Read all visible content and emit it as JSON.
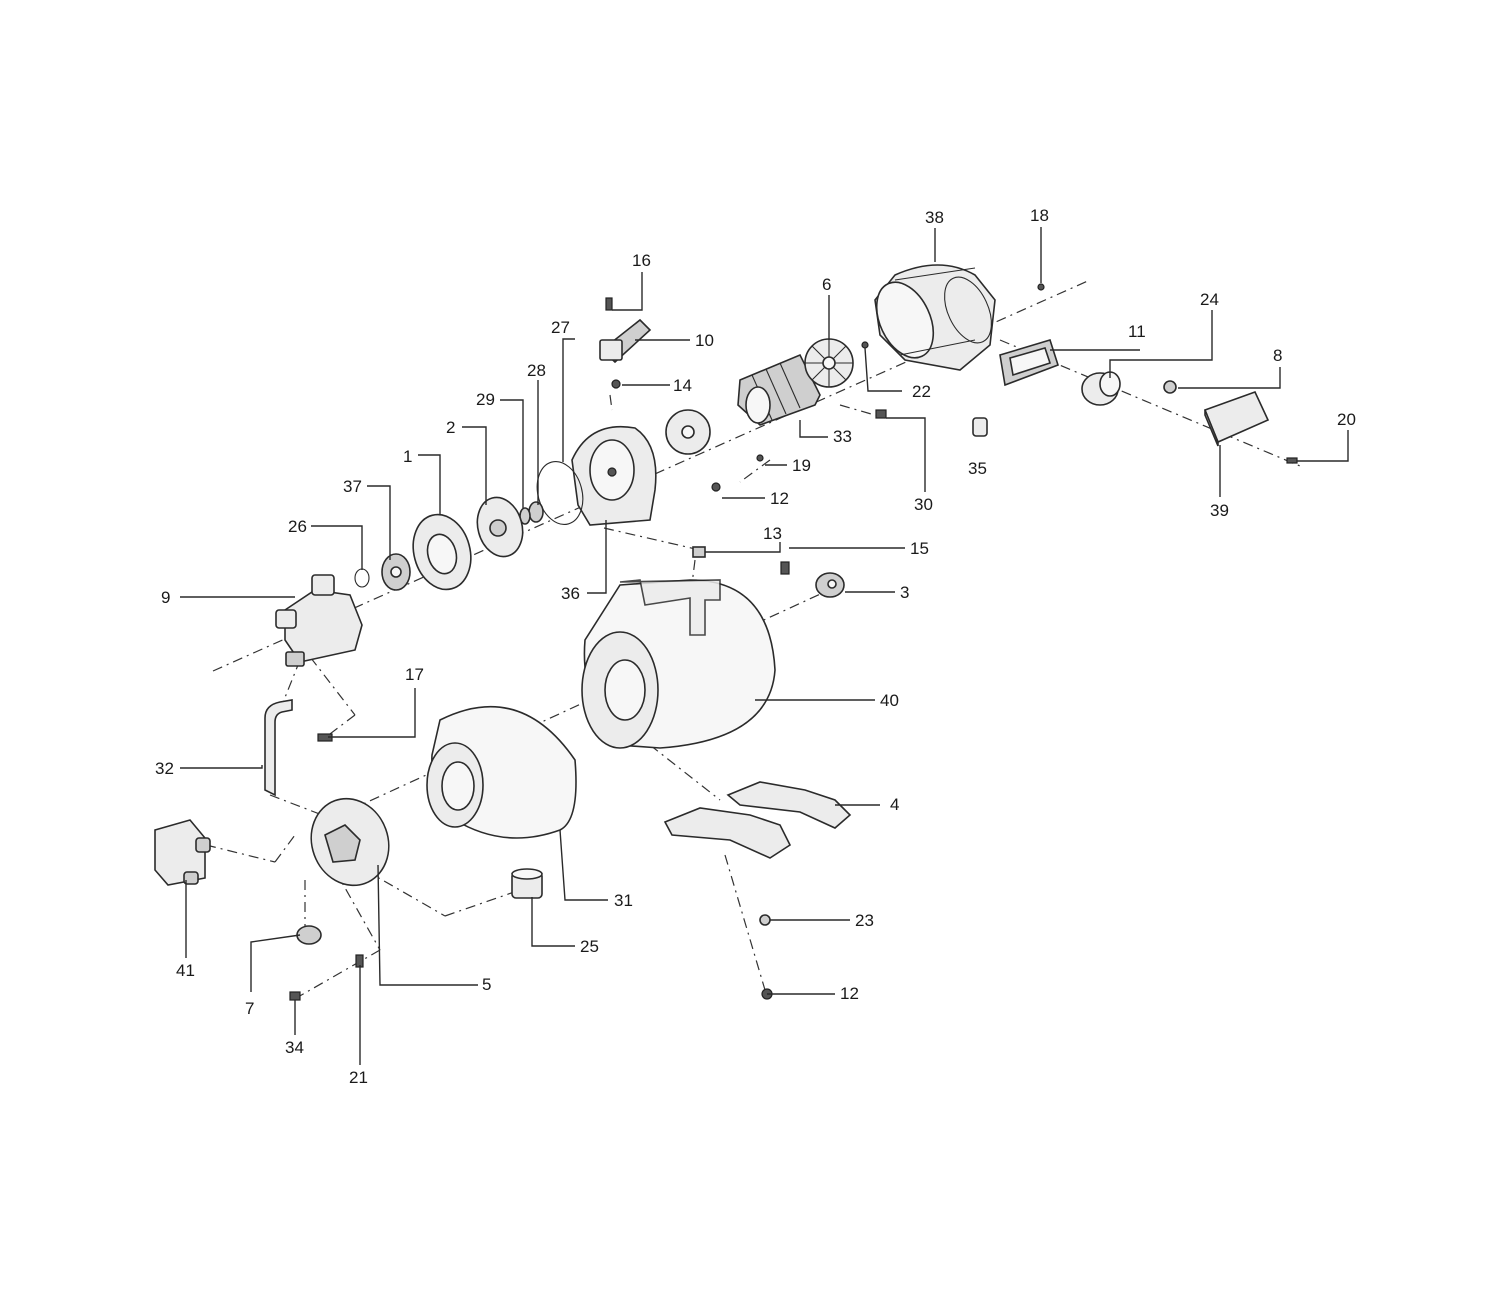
{
  "callouts": [
    {
      "id": "c1",
      "text": "1"
    },
    {
      "id": "c2",
      "text": "2"
    },
    {
      "id": "c3",
      "text": "3"
    },
    {
      "id": "c4",
      "text": "4"
    },
    {
      "id": "c5",
      "text": "5"
    },
    {
      "id": "c6",
      "text": "6"
    },
    {
      "id": "c7",
      "text": "7"
    },
    {
      "id": "c8",
      "text": "8"
    },
    {
      "id": "c9",
      "text": "9"
    },
    {
      "id": "c10",
      "text": "10"
    },
    {
      "id": "c11",
      "text": "11"
    },
    {
      "id": "c12a",
      "text": "12"
    },
    {
      "id": "c12b",
      "text": "12"
    },
    {
      "id": "c13",
      "text": "13"
    },
    {
      "id": "c14",
      "text": "14"
    },
    {
      "id": "c15",
      "text": "15"
    },
    {
      "id": "c16",
      "text": "16"
    },
    {
      "id": "c17",
      "text": "17"
    },
    {
      "id": "c18",
      "text": "18"
    },
    {
      "id": "c19",
      "text": "19"
    },
    {
      "id": "c20",
      "text": "20"
    },
    {
      "id": "c21",
      "text": "21"
    },
    {
      "id": "c22",
      "text": "22"
    },
    {
      "id": "c23",
      "text": "23"
    },
    {
      "id": "c24",
      "text": "24"
    },
    {
      "id": "c25",
      "text": "25"
    },
    {
      "id": "c26",
      "text": "26"
    },
    {
      "id": "c27",
      "text": "27"
    },
    {
      "id": "c28",
      "text": "28"
    },
    {
      "id": "c29",
      "text": "29"
    },
    {
      "id": "c30",
      "text": "30"
    },
    {
      "id": "c31",
      "text": "31"
    },
    {
      "id": "c32",
      "text": "32"
    },
    {
      "id": "c33",
      "text": "33"
    },
    {
      "id": "c34",
      "text": "34"
    },
    {
      "id": "c35",
      "text": "35"
    },
    {
      "id": "c36",
      "text": "36"
    },
    {
      "id": "c37",
      "text": "37"
    },
    {
      "id": "c38",
      "text": "38"
    },
    {
      "id": "c39",
      "text": "39"
    },
    {
      "id": "c40",
      "text": "40"
    },
    {
      "id": "c41",
      "text": "41"
    }
  ]
}
